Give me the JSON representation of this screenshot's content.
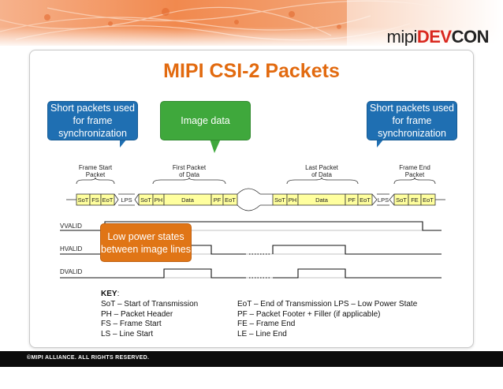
{
  "brand": {
    "mipi": "mipi",
    "dev": "DEV",
    "con": "CON"
  },
  "title": "MIPI CSI-2 Packets",
  "callouts": {
    "left": "Short packets used for frame synchronization",
    "center": "Image data",
    "right": "Short packets used for frame synchronization",
    "bottom": "Low power states between image lines"
  },
  "diagram": {
    "labels": {
      "frame_start": [
        "Frame Start",
        "Packet"
      ],
      "first_packet": [
        "First Packet",
        "of Data"
      ],
      "last_packet": [
        "Last Packet",
        "of Data"
      ],
      "frame_end": [
        "Frame End",
        "Packet"
      ]
    },
    "packets": {
      "sot": "SoT",
      "fs": "FS",
      "eot": "EoT",
      "lps": "LPS",
      "ph": "PH",
      "data": "Data",
      "pf": "PF",
      "fe": "FE"
    },
    "signals": {
      "vvalid": "VVALID",
      "hvalid": "HVALID",
      "dvalid": "DVALID"
    }
  },
  "key": {
    "heading": "KEY",
    "col1": [
      "SoT – Start of Transmission",
      "PH – Packet Header",
      "FS – Frame Start",
      "LS – Line Start"
    ],
    "col2": [
      "EoT – End of Transmission  LPS – Low Power State",
      "PF – Packet Footer + Filler (if applicable)",
      "FE – Frame End",
      "LE – Line End"
    ]
  },
  "footer": "©MIPI ALLIANCE. ALL RIGHTS RESERVED.",
  "colors": {
    "title": "#e26a0f",
    "blue": "#1f6fb2",
    "green": "#3fa83c",
    "orange": "#e07516",
    "packet_fill": "#ffff9e"
  }
}
